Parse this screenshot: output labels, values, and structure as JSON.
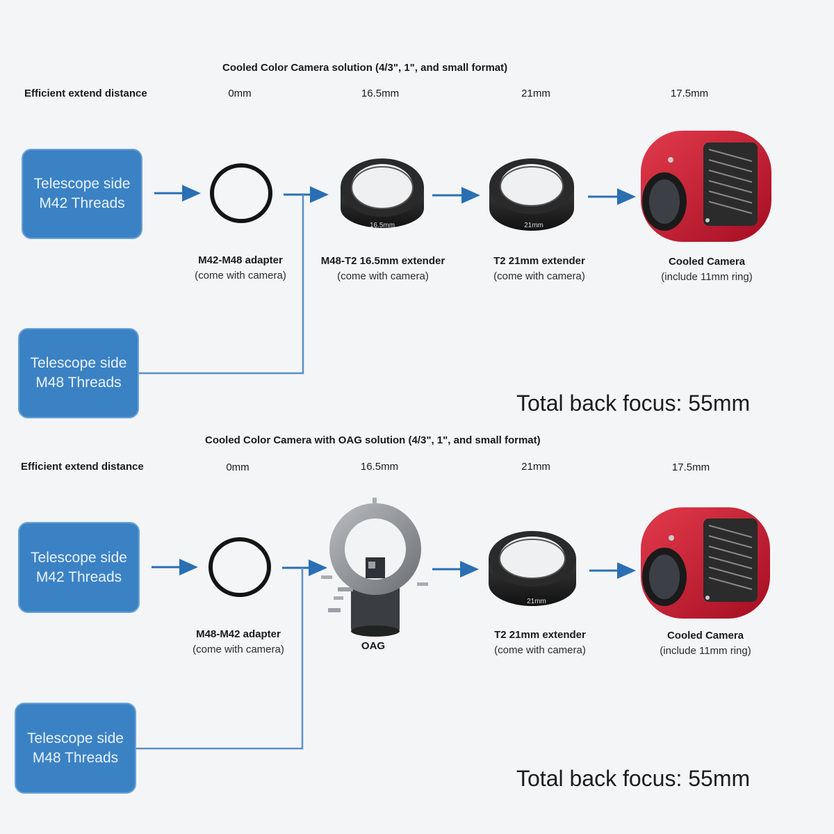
{
  "colors": {
    "arrow": "#2a6fb3",
    "connector": "#5b8fc6",
    "box": "#3b82c4",
    "camera": "#c8102e"
  },
  "sections": [
    {
      "title": "Cooled Color Camera solution (4/3\", 1\", and small format)",
      "distance_label": "Efficient extend distance",
      "distances": [
        "0mm",
        "16.5mm",
        "21mm",
        "17.5mm"
      ],
      "telescope_m42": [
        "Telescope side",
        "M42 Threads"
      ],
      "telescope_m48": [
        "Telescope side",
        "M48 Threads"
      ],
      "components": [
        {
          "name": "M42-M48 adapter",
          "note": "(come with camera)",
          "icon": "o-ring"
        },
        {
          "name": "M48-T2 16.5mm extender",
          "note": "(come with camera)",
          "icon": "extender-ring",
          "engraving": "16.5mm"
        },
        {
          "name": "T2 21mm extender",
          "note": "(come with camera)",
          "icon": "extender-ring",
          "engraving": "21mm"
        },
        {
          "name": "Cooled Camera",
          "note": "(include 11mm ring)",
          "icon": "camera"
        }
      ],
      "total": "Total back focus: 55mm"
    },
    {
      "title": "Cooled Color Camera with OAG solution (4/3\", 1\", and small format)",
      "distance_label": "Efficient extend distance",
      "distances": [
        "0mm",
        "16.5mm",
        "21mm",
        "17.5mm"
      ],
      "telescope_m42": [
        "Telescope side",
        "M42 Threads"
      ],
      "telescope_m48": [
        "Telescope side",
        "M48 Threads"
      ],
      "components": [
        {
          "name": "M48-M42 adapter",
          "note": "(come with camera)",
          "icon": "o-ring"
        },
        {
          "name": "OAG",
          "note": "",
          "icon": "oag"
        },
        {
          "name": "T2 21mm extender",
          "note": "(come with camera)",
          "icon": "extender-ring",
          "engraving": "21mm"
        },
        {
          "name": "Cooled Camera",
          "note": "(include 11mm ring)",
          "icon": "camera"
        }
      ],
      "total": "Total back focus: 55mm"
    }
  ]
}
